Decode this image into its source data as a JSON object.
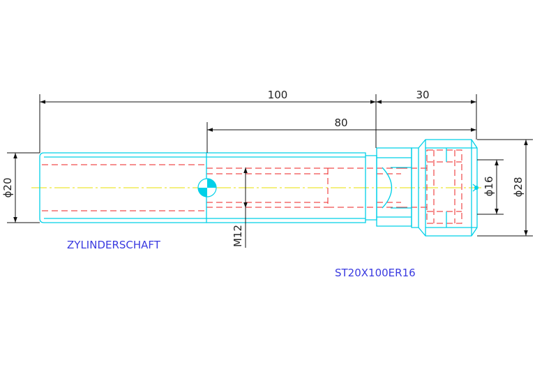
{
  "dimensions": {
    "overall_length": "100",
    "head_length": "30",
    "bore_depth": "80",
    "shank_diameter": "ϕ20",
    "thread": "M12",
    "collet_diameter": "ϕ16",
    "nut_diameter": "ϕ28"
  },
  "labels": {
    "part_type": "ZYLINDERSCHAFT",
    "part_number": "ST20X100ER16"
  },
  "colors": {
    "background": "#ffffff",
    "outline": "#00d0e8",
    "hidden_line": "#ee2222",
    "center_line": "#e8e000",
    "dimension": "#111111",
    "label_text": "#3a3ae0",
    "datum_marker": "#00d0e8"
  }
}
